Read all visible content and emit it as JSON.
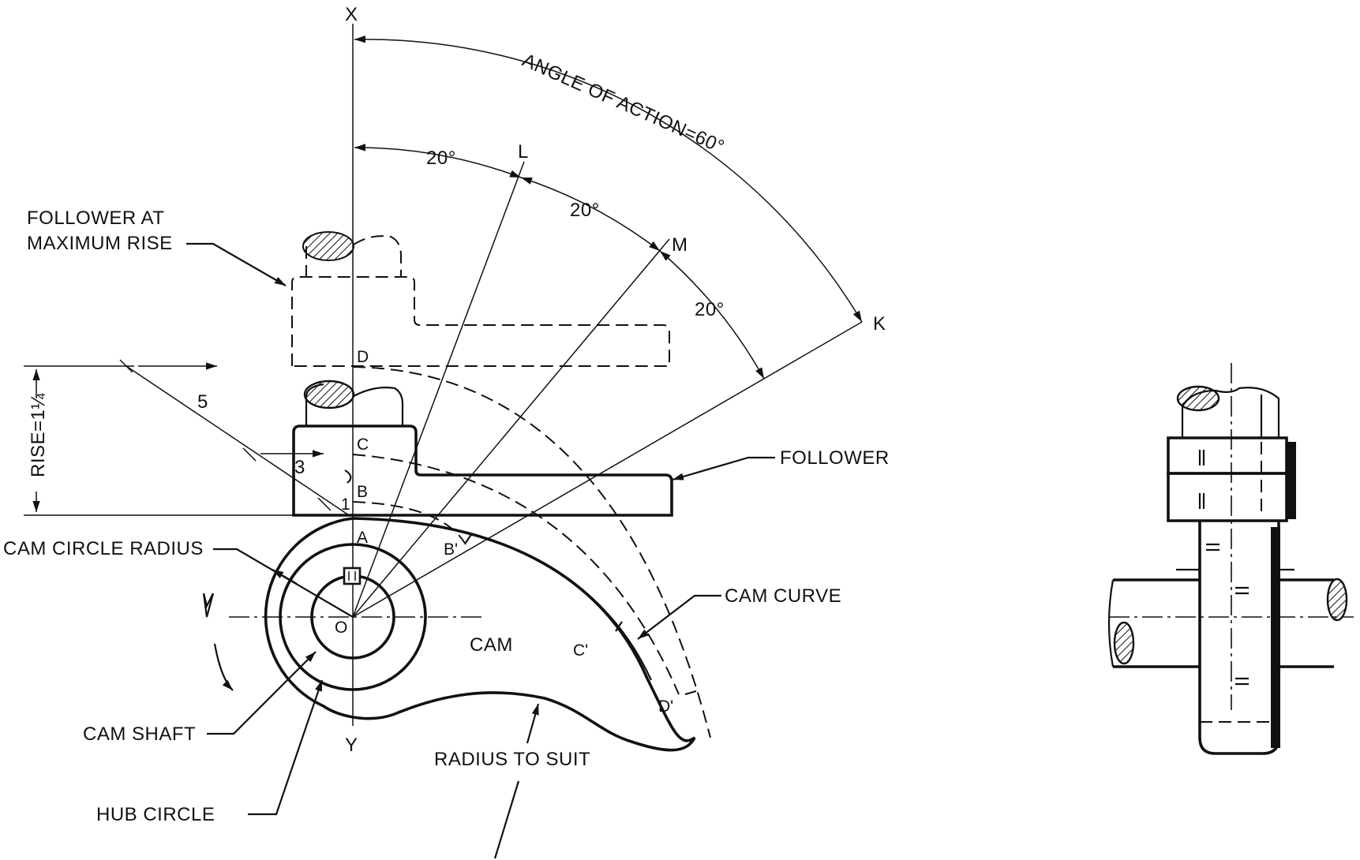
{
  "labels": {
    "x": "X",
    "y": "Y",
    "angle_of_action": "ANGLE OF ACTION=60°",
    "deg1": "20°",
    "deg2": "20°",
    "deg3": "20°",
    "l": "L",
    "m": "M",
    "k": "K",
    "follower_max_1": "FOLLOWER AT",
    "follower_max_2": "MAXIMUM RISE",
    "rise": "RISE=1¼",
    "five": "5",
    "three": "3",
    "one": "1",
    "d": "D",
    "c": "C",
    "b": "B",
    "a": "A",
    "b_prime": "B'",
    "c_prime": "C'",
    "d_prime": "D'",
    "o": "O",
    "follower": "FOLLOWER",
    "cam_circle_radius": "CAM CIRCLE RADIUS",
    "cam": "CAM",
    "cam_curve": "CAM CURVE",
    "cam_shaft": "CAM SHAFT",
    "hub_circle": "HUB CIRCLE",
    "radius_to_suit": "RADIUS TO SUIT"
  },
  "colors": {
    "ink": "#111111",
    "paper": "#ffffff"
  }
}
